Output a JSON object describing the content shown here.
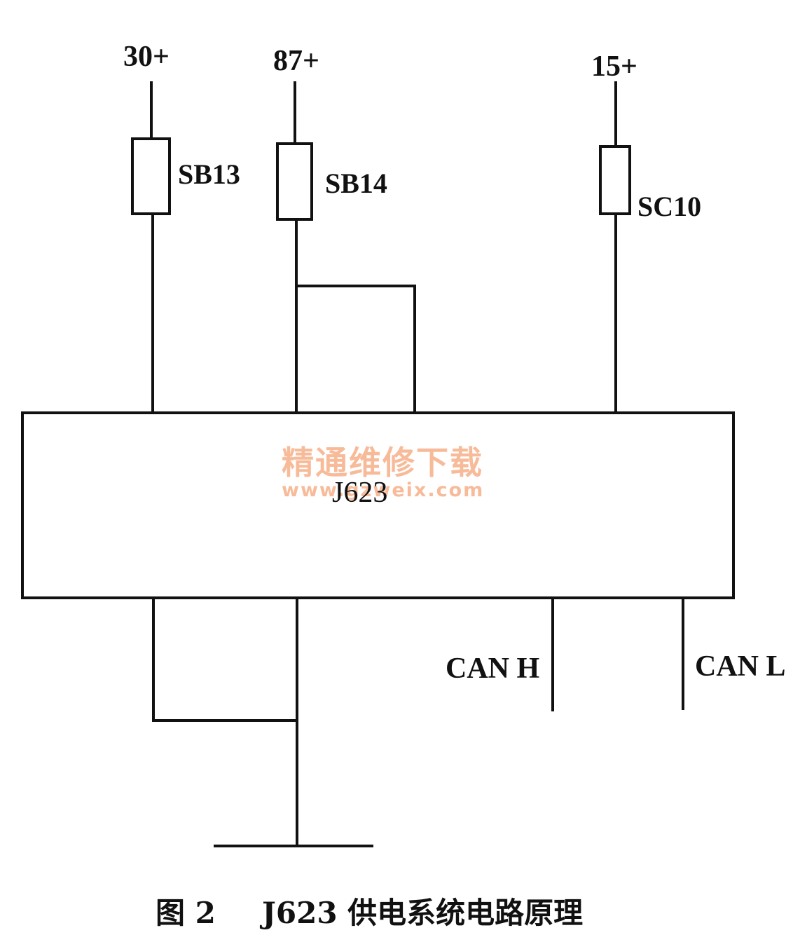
{
  "supplies": {
    "terminal_30": "30+",
    "terminal_87": "87+",
    "terminal_15": "15+"
  },
  "fuses": {
    "sb13": "SB13",
    "sb14": "SB14",
    "sc10": "SC10"
  },
  "module": {
    "name": "J623"
  },
  "can": {
    "high": "CAN H",
    "low": "CAN L"
  },
  "watermark": {
    "line1": "精通维修下载",
    "line2": "www.gzweix.com"
  },
  "caption": {
    "figure": "图 2",
    "title": "J623 供电系统电路原理"
  },
  "colors": {
    "line": "#111111",
    "watermark": "#f6b089"
  }
}
